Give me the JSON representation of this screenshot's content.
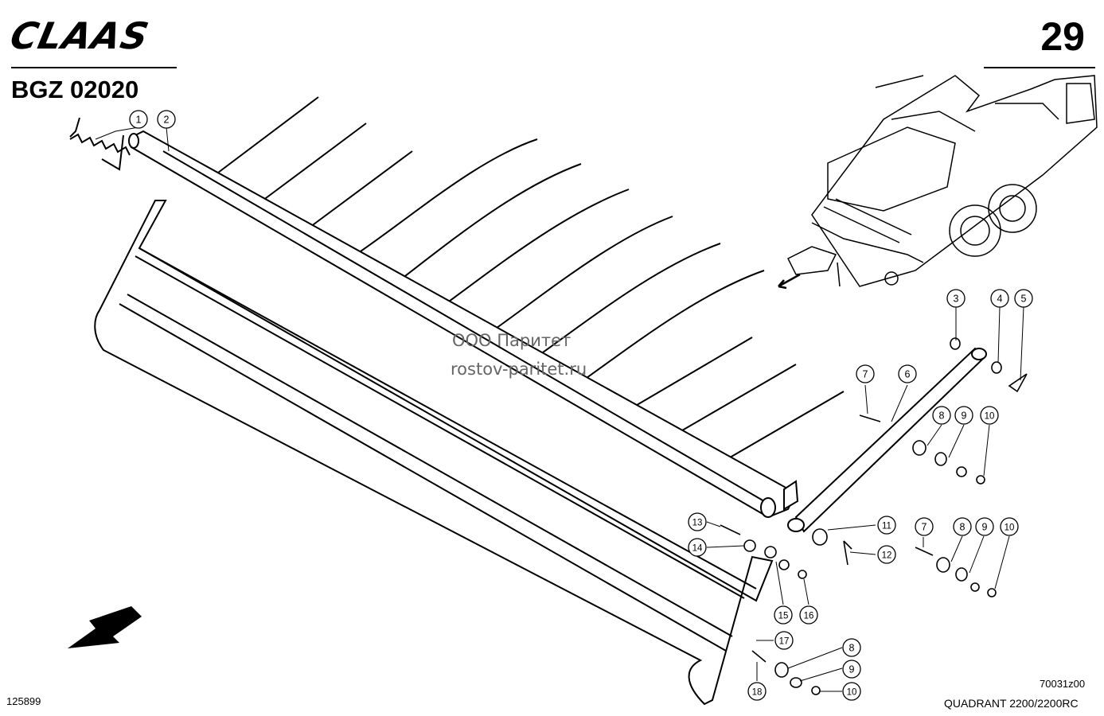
{
  "header": {
    "brand": "CLAAS",
    "page_number": "29",
    "group_code": "BGZ 02020"
  },
  "watermark": {
    "line1": "ООО Паритет",
    "line2": "rostov-paritet.ru"
  },
  "footer": {
    "left_number": "125899",
    "drawing_code": "70031z00",
    "model": "QUADRANT 2200/2200RC"
  },
  "callouts": [
    {
      "id": "c1",
      "label": "1"
    },
    {
      "id": "c2",
      "label": "2"
    },
    {
      "id": "c3",
      "label": "3"
    },
    {
      "id": "c4",
      "label": "4"
    },
    {
      "id": "c5",
      "label": "5"
    },
    {
      "id": "c6",
      "label": "6"
    },
    {
      "id": "c7a",
      "label": "7"
    },
    {
      "id": "c8a",
      "label": "8"
    },
    {
      "id": "c9a",
      "label": "9"
    },
    {
      "id": "c10a",
      "label": "10"
    },
    {
      "id": "c11",
      "label": "11"
    },
    {
      "id": "c12",
      "label": "12"
    },
    {
      "id": "c7b",
      "label": "7"
    },
    {
      "id": "c8b",
      "label": "8"
    },
    {
      "id": "c9b",
      "label": "9"
    },
    {
      "id": "c10b",
      "label": "10"
    },
    {
      "id": "c13",
      "label": "13"
    },
    {
      "id": "c14",
      "label": "14"
    },
    {
      "id": "c15",
      "label": "15"
    },
    {
      "id": "c16",
      "label": "16"
    },
    {
      "id": "c17",
      "label": "17"
    },
    {
      "id": "c8c",
      "label": "8"
    },
    {
      "id": "c9c",
      "label": "9"
    },
    {
      "id": "c10c",
      "label": "10"
    },
    {
      "id": "c18",
      "label": "18"
    }
  ]
}
